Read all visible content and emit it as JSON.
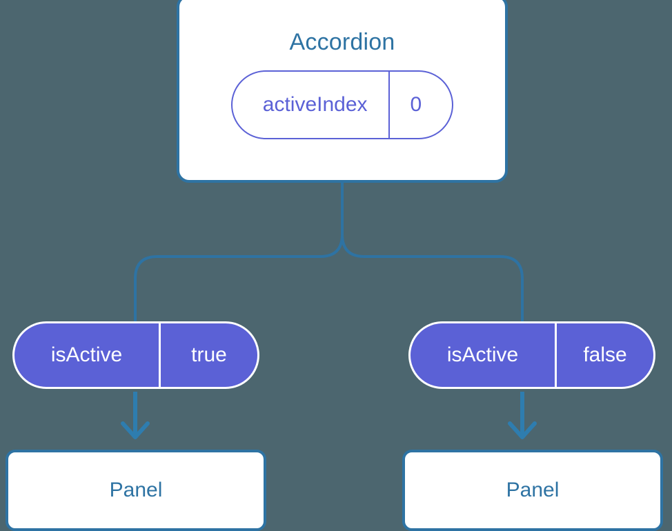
{
  "diagram": {
    "type": "component-tree",
    "background_color": "#4c666f",
    "accent_blue": "#2e73a3",
    "arrow_blue": "#2e7daf",
    "accent_purple": "#5b61d6",
    "card_background": "#ffffff"
  },
  "root": {
    "title": "Accordion",
    "state": {
      "key": "activeIndex",
      "value": "0"
    }
  },
  "branches": [
    {
      "prop": {
        "key": "isActive",
        "value": "true"
      },
      "child": {
        "title": "Panel"
      }
    },
    {
      "prop": {
        "key": "isActive",
        "value": "false"
      },
      "child": {
        "title": "Panel"
      }
    }
  ]
}
